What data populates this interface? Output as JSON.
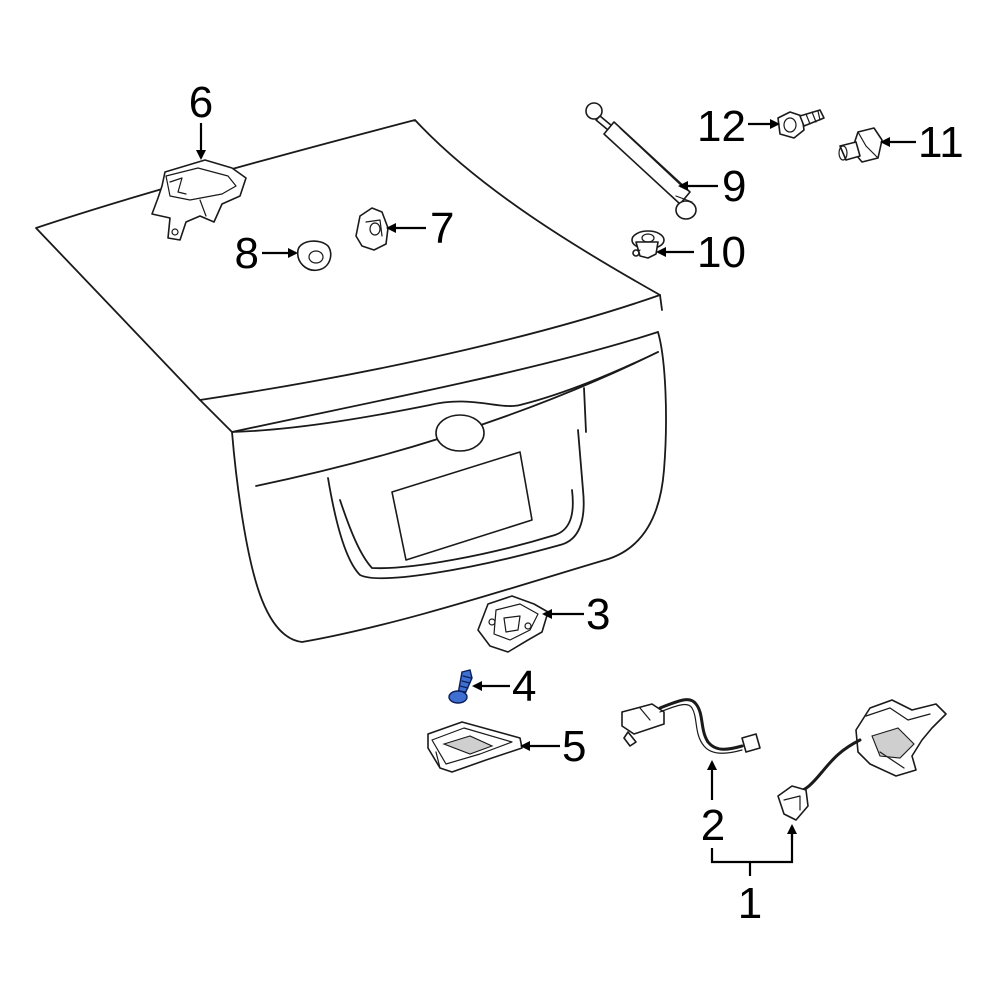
{
  "callouts": [
    {
      "id": "1",
      "label": "1"
    },
    {
      "id": "2",
      "label": "2"
    },
    {
      "id": "3",
      "label": "3"
    },
    {
      "id": "4",
      "label": "4"
    },
    {
      "id": "5",
      "label": "5"
    },
    {
      "id": "6",
      "label": "6"
    },
    {
      "id": "7",
      "label": "7"
    },
    {
      "id": "8",
      "label": "8"
    },
    {
      "id": "9",
      "label": "9"
    },
    {
      "id": "10",
      "label": "10"
    },
    {
      "id": "11",
      "label": "11"
    },
    {
      "id": "12",
      "label": "12"
    }
  ],
  "colors": {
    "line": "#1a1a1a",
    "highlight_part": "#3f6fd0",
    "background": "#ffffff"
  },
  "highlighted_callout": "4"
}
